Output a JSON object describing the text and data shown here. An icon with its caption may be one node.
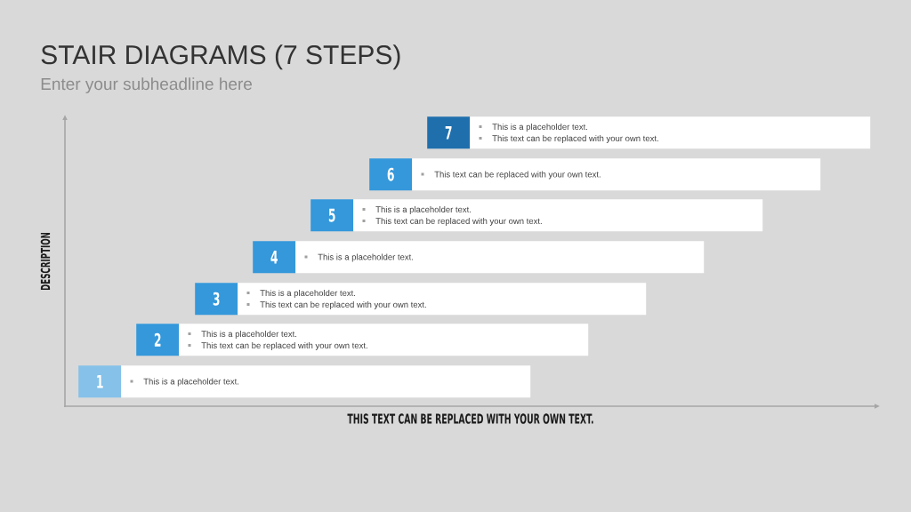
{
  "diagram": {
    "title": "STAIR DIAGRAMS (7 STEPS)",
    "nodes": [
      {
        "text": [
          "7"
        ]
      },
      {
        "text": [
          "This is a placeholder text.",
          "This text can be replaced with your own text."
        ]
      },
      {
        "text": [
          "6"
        ]
      },
      {
        "text": [
          "This text can be replaced with your own text."
        ]
      },
      {
        "text": [
          "5"
        ]
      },
      {
        "text": [
          "This is a placeholder text.",
          "This text can be replaced with your own text."
        ]
      },
      {
        "text": [
          "4"
        ]
      },
      {
        "text": [
          "This is a placeholder text."
        ]
      },
      {
        "text": [
          "3"
        ]
      },
      {
        "text": [
          "This is a placeholder text.",
          "This text can be replaced with your own text."
        ]
      },
      {
        "text": [
          "2"
        ]
      },
      {
        "text": [
          "This is a placeholder text.",
          "This text can be replaced with your own text."
        ]
      },
      {
        "text": [
          "1"
        ]
      },
      {
        "text": [
          "This is a placeholder text."
        ]
      }
    ],
    "labels": [
      "Enter your subheadline here",
      "DESCRIPTION",
      "THIS TEXT CAN BE REPLACED WITH YOUR OWN TEXT."
    ]
  }
}
